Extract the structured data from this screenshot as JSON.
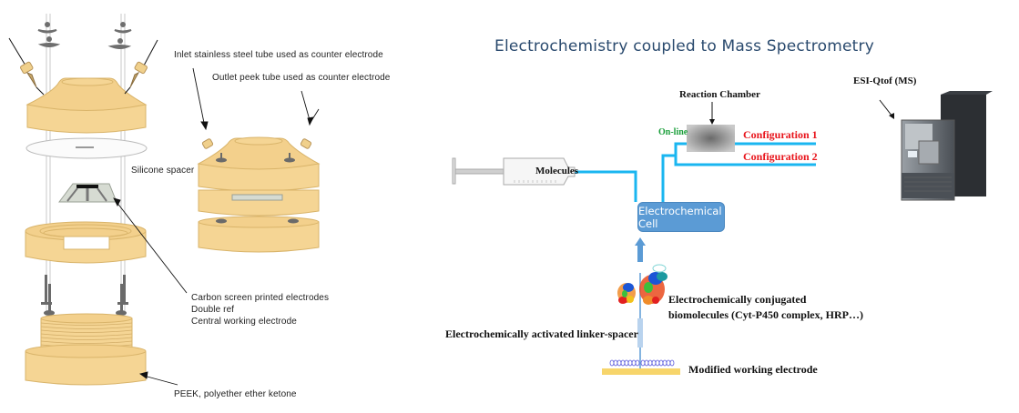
{
  "left_panel": {
    "labels": {
      "inlet": "Inlet stainless steel tube used as counter electrode",
      "outlet": "Outlet peek tube used as counter electrode",
      "spacer": "Silicone spacer",
      "electrodes_line1": "Carbon screen printed electrodes",
      "electrodes_line2": "Double ref",
      "electrodes_line3": "Central working electrode",
      "peek": "PEEK, polyether ether ketone"
    },
    "colors": {
      "peek_body": "#f5d594",
      "peek_edge": "#d9b46a",
      "screw": "#666666"
    }
  },
  "right_panel": {
    "title": "Electrochemistry coupled to Mass Spectrometry",
    "labels": {
      "reaction_chamber": "Reaction Chamber",
      "ms": "ESI-Qtof (MS)",
      "online": "On-line",
      "config1": "Configuration 1",
      "config2": "Configuration 2",
      "molecules": "Molecules",
      "cell": "Electrochemical Cell",
      "conjugated_line1": "Electrochemically conjugated",
      "conjugated_line2": "biomolecules (Cyt-P450 complex, HRP…)",
      "linker": "Electrochemically activated  linker-spacer",
      "electrode": "Modified working electrode"
    },
    "colors": {
      "tube": "#1ab6f0",
      "cell": "#5b9bd5",
      "config": "#e8141b",
      "online": "#1a9e3a",
      "title": "#2a4a6e",
      "electrode": "#f7d56b"
    }
  }
}
